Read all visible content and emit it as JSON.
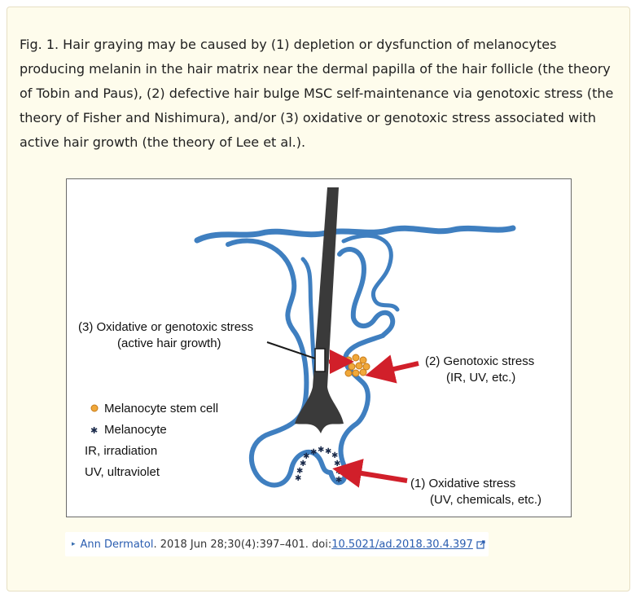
{
  "caption": {
    "text": "Fig. 1. Hair graying may be caused by (1) depletion or dysfunction of melanocytes producing melanin in the hair matrix near the dermal papilla of the hair follicle (the theory of Tobin and Paus), (2) defective hair bulge MSC self-maintenance via genotoxic stress (the theory of Fisher and Nishimura), and/or (3) oxidative or genotoxic stress associated with active hair growth (the theory of Lee et al.)."
  },
  "figure": {
    "label3_line1": "(3) Oxidative or genotoxic stress",
    "label3_line2": "(active hair growth)",
    "label2_line1": "(2) Genotoxic stress",
    "label2_line2": "(IR, UV, etc.)",
    "label1_line1": "(1) Oxidative stress",
    "label1_line2": "(UV, chemicals, etc.)",
    "legend_stem": "Melanocyte stem cell",
    "legend_melanocyte": "Melanocyte",
    "legend_ir": "IR, irradiation",
    "legend_uv": "UV, ultraviolet",
    "colors": {
      "follicle": "#3f7fc0",
      "hair_shaft": "#3a3a3a",
      "arrow": "#d11f2a",
      "stem_cell": "#e8962a"
    }
  },
  "citation": {
    "journal": "Ann Dermatol",
    "details": ". 2018 Jun 28;30(4):397–401. doi: ",
    "doi": "10.5021/ad.2018.30.4.397"
  }
}
